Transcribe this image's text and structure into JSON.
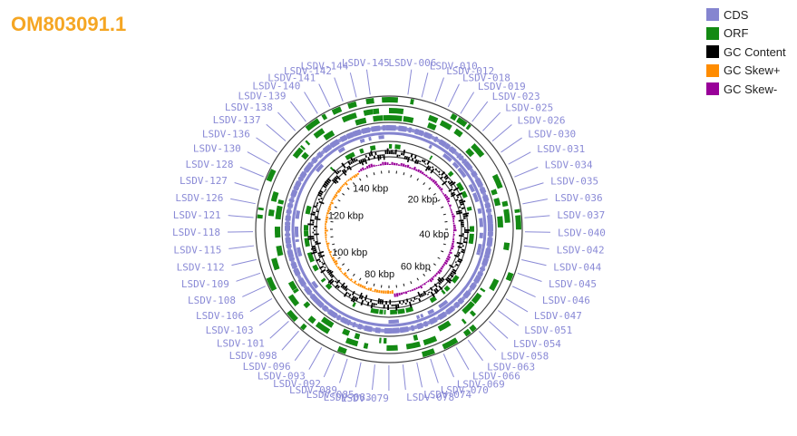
{
  "title": "OM803091.1",
  "colors": {
    "cds": "#8585d0",
    "orf": "#138a13",
    "gc": "#000000",
    "skew_pos": "#ff8c00",
    "skew_neg": "#990099",
    "label": "#8a8ad6",
    "title": "#f5a623"
  },
  "legend": [
    {
      "label": "CDS",
      "color": "#8585d0"
    },
    {
      "label": "ORF",
      "color": "#138a13"
    },
    {
      "label": "GC Content",
      "color": "#000000"
    },
    {
      "label": "GC Skew+",
      "color": "#ff8c00"
    },
    {
      "label": "GC Skew-",
      "color": "#990099"
    }
  ],
  "scale_labels": [
    "20 kbp",
    "40 kbp",
    "60 kbp",
    "80 kbp",
    "100 kbp",
    "120 kbp",
    "140 kbp"
  ],
  "gene_labels": [
    "LSDV-006",
    "LSDV-010",
    "LSDV-012",
    "LSDV-018",
    "LSDV-019",
    "LSDV-023",
    "LSDV-025",
    "LSDV-026",
    "LSDV-030",
    "LSDV-031",
    "LSDV-034",
    "LSDV-035",
    "LSDV-036",
    "LSDV-037",
    "LSDV-040",
    "LSDV-042",
    "LSDV-044",
    "LSDV-045",
    "LSDV-046",
    "LSDV-047",
    "LSDV-051",
    "LSDV-054",
    "LSDV-058",
    "LSDV-063",
    "LSDV-066",
    "LSDV-069",
    "LSDV-070",
    "LSDV-074",
    "LSDV-078",
    "LSDV-079",
    "LSDV-083",
    "LSDV-085",
    "LSDV-089",
    "LSDV-092",
    "LSDV-093",
    "LSDV-096",
    "LSDV-098",
    "LSDV-101",
    "LSDV-103",
    "LSDV-106",
    "LSDV-108",
    "LSDV-109",
    "LSDV-112",
    "LSDV-115",
    "LSDV-118",
    "LSDV-121",
    "LSDV-126",
    "LSDV-127",
    "LSDV-128",
    "LSDV-130",
    "LSDV-136",
    "LSDV-137",
    "LSDV-138",
    "LSDV-139",
    "LSDV-140",
    "LSDV-141",
    "LSDV-142",
    "LSDV-144",
    "LSDV-145"
  ]
}
